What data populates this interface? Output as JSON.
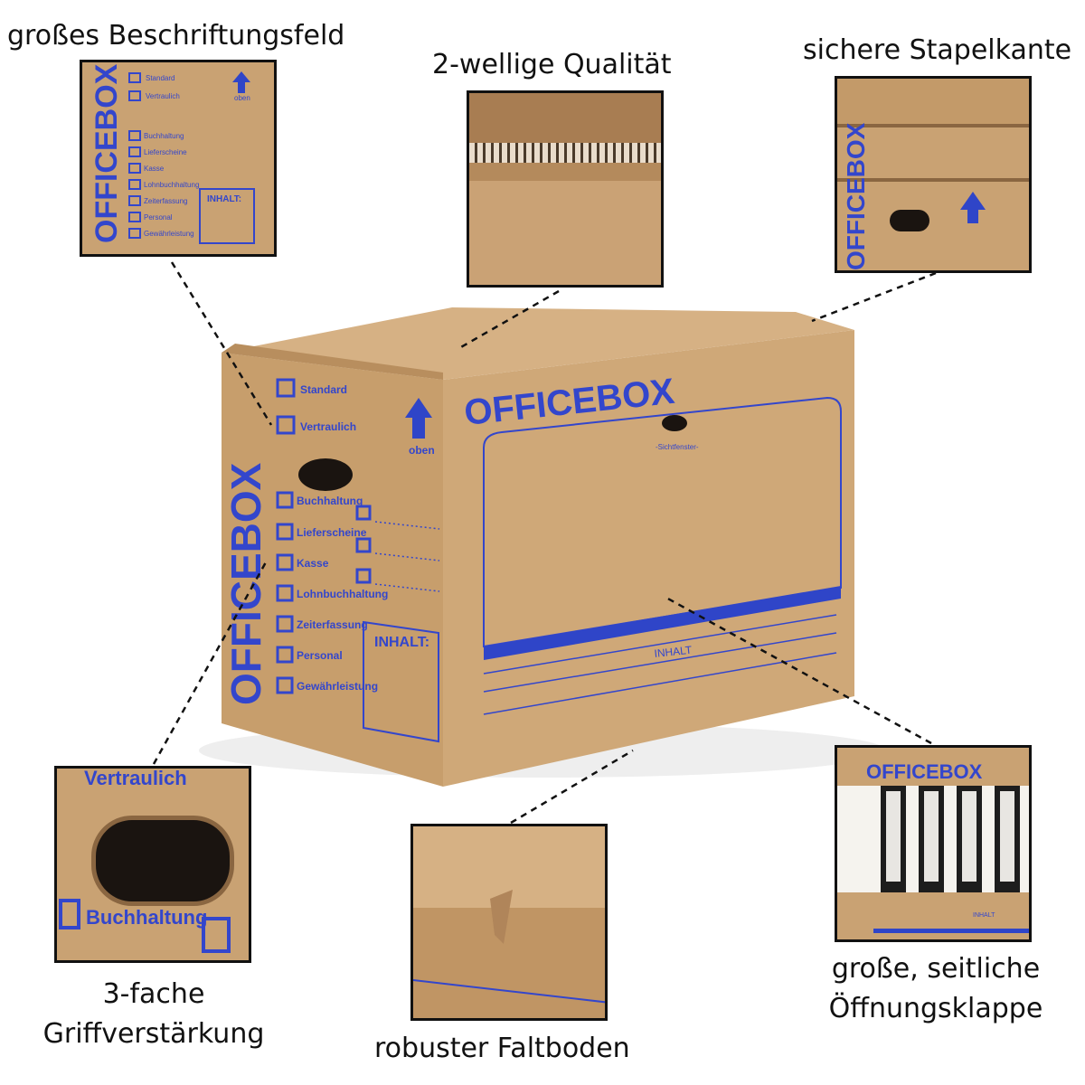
{
  "captions": {
    "label_field": "großes Beschriftungsfeld",
    "quality": "2-wellige Qualität",
    "stack_edge": "sichere Stapelkante",
    "grip_line1": "3-fache",
    "grip_line2": "Griffverstärkung",
    "bottom": "robuster Faltboden",
    "flap_line1": "große, seitliche",
    "flap_line2": "Öffnungsklappe"
  },
  "box_print": {
    "brand": "OFFICEBOX",
    "checkboxes": [
      "Standard",
      "Vertraulich",
      "Buchhaltung",
      "Lieferscheine",
      "Kasse",
      "Lohnbuchhaltung",
      "Zeiterfassung",
      "Personal",
      "Gewährleistung"
    ],
    "arrow_label": "oben",
    "contents_label": "INHALT:",
    "window_label": "-Sichtfenster-",
    "front_contents": "INHALT"
  },
  "colors": {
    "cardboard": "#c9a273",
    "print_blue": "#2f45c8"
  }
}
